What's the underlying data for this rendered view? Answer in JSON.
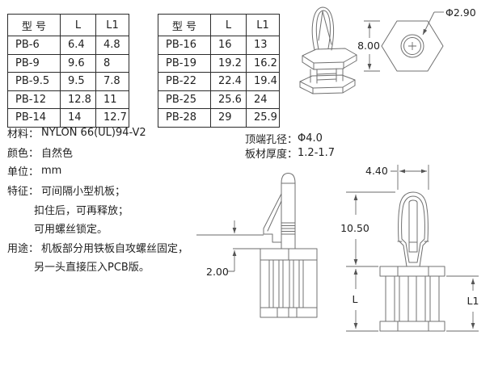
{
  "tables": [
    {
      "headers": [
        "型 号",
        "L",
        "L1"
      ],
      "rows": [
        [
          "PB-6",
          "6.4",
          "4.8"
        ],
        [
          "PB-9",
          "9.6",
          "8"
        ],
        [
          "PB-9.5",
          "9.5",
          "7.8"
        ],
        [
          "PB-12",
          "12.8",
          "11"
        ],
        [
          "PB-14",
          "14",
          "12.7"
        ]
      ]
    },
    {
      "headers": [
        "型 号",
        "L",
        "L1"
      ],
      "rows": [
        [
          "PB-16",
          "16",
          "13"
        ],
        [
          "PB-19",
          "19.2",
          "16.2"
        ],
        [
          "PB-22",
          "22.4",
          "19.4"
        ],
        [
          "PB-25",
          "25.6",
          "24"
        ],
        [
          "PB-28",
          "29",
          "25.9"
        ]
      ]
    }
  ],
  "specs": {
    "lines": [
      {
        "label": "材料：",
        "value": "NYLON 66(UL)94-V2"
      },
      {
        "label": "颜色：",
        "value": "自然色"
      },
      {
        "label": "单位：",
        "value": "mm"
      },
      {
        "label": "特征：",
        "value": "可间隔小型机板；"
      },
      {
        "label": "",
        "value": "扣住后，可再释放；"
      },
      {
        "label": "",
        "value": "可用螺丝锁定。"
      },
      {
        "label": "用途：",
        "value": "机板部分用铁板自攻螺丝固定，"
      },
      {
        "label": "",
        "value": "另一头直接压入PCB版。"
      }
    ]
  },
  "notes": {
    "lines": [
      {
        "label": "顶端孔径：",
        "value": "Φ4.0"
      },
      {
        "label": "板材厚度：",
        "value": "1.2-1.7"
      }
    ]
  },
  "dims": {
    "hex_height": "8.00",
    "hole_dia": "Φ2.90",
    "top_width": "4.40",
    "pin_height": "10.50",
    "panel_gap": "2.00",
    "length_l": "L",
    "length_l1": "L1"
  },
  "colors": {
    "background": "#ffffff",
    "drawing_line": "#707070",
    "table_border": "#2b2b2b",
    "text": "#1f1f1f"
  }
}
